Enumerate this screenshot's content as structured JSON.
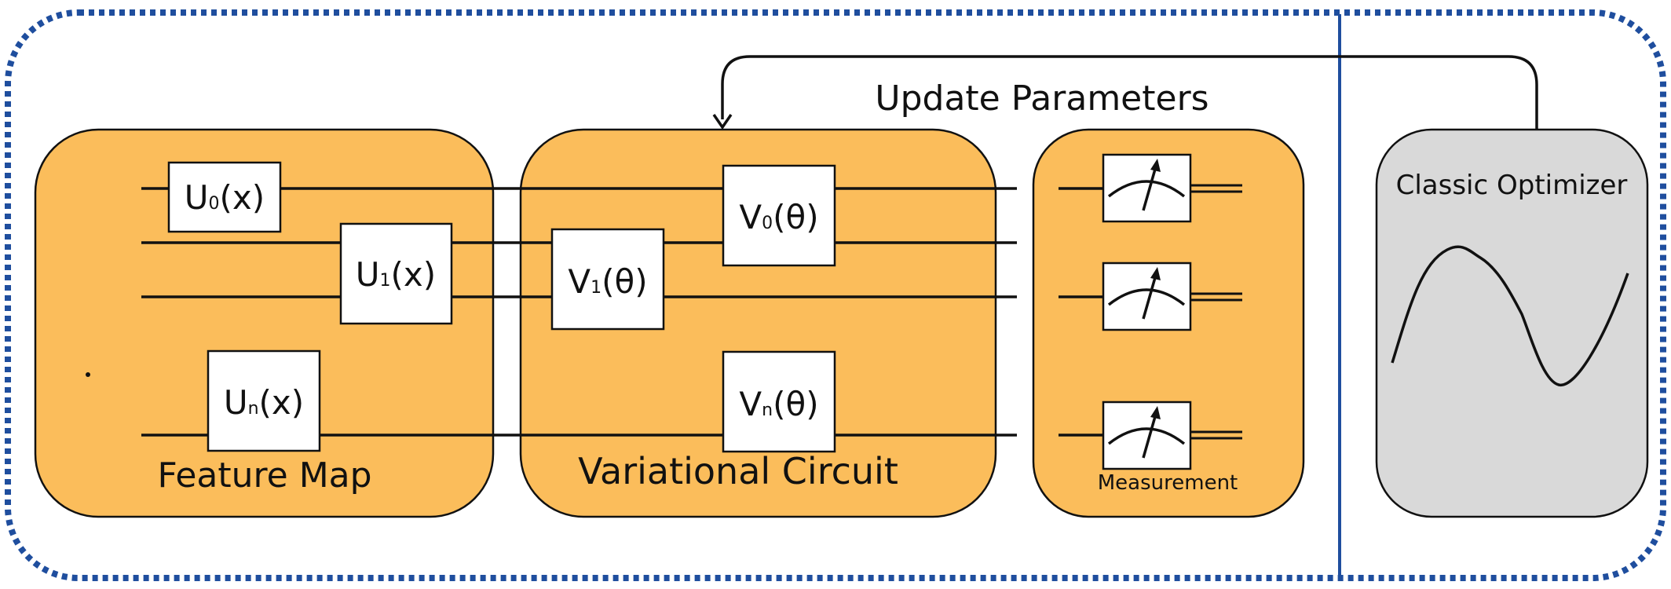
{
  "labels": {
    "update_parameters": "Update Parameters",
    "feature_map": "Feature Map",
    "variational_circuit": "Variational Circuit",
    "measurement": "Measurement",
    "classic_optimizer": "Classic Optimizer"
  },
  "gates": {
    "u0": {
      "base": "U",
      "sub": "0",
      "arg": "(x)"
    },
    "u1": {
      "base": "U",
      "sub": "1",
      "arg": "(x)"
    },
    "un": {
      "base": "U",
      "sub": "n",
      "arg": "(x)"
    },
    "v0": {
      "base": "V",
      "sub": "0",
      "arg": "(θ)"
    },
    "v1": {
      "base": "V",
      "sub": "1",
      "arg": "(θ)"
    },
    "vn": {
      "base": "V",
      "sub": "n",
      "arg": "(θ)"
    }
  },
  "colors": {
    "panel_orange": "#FBBD5B",
    "optimizer_gray": "#D9D9D9",
    "dotted_border_blue": "#1F4E9E",
    "divider_blue": "#1F4E9E",
    "stroke": "#111111"
  }
}
